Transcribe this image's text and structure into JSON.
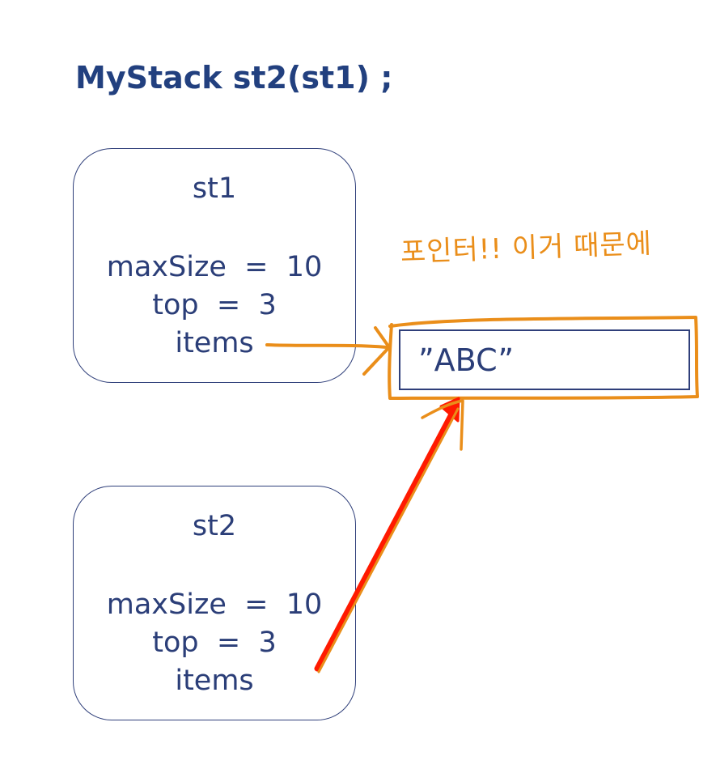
{
  "title": "MyStack st2(st1) ;",
  "stacks": [
    {
      "name": "st1",
      "fields": {
        "max_size": "maxSize  =  10",
        "top": "top  =  3",
        "items": "items"
      }
    },
    {
      "name": "st2",
      "fields": {
        "max_size": "maxSize  =  10",
        "top": "top  =  3",
        "items": "items"
      }
    }
  ],
  "items_cell": {
    "value": "”ABC”"
  },
  "annotation": {
    "text": "포인터!! 이거 때문에",
    "color": "#ea8e1a"
  },
  "colors": {
    "title": "#22407f",
    "box_border": "#2f3f7a",
    "text": "#2b3e78",
    "highlight": "#ea8e1a",
    "pointer_arrow": "#ff1a00"
  }
}
